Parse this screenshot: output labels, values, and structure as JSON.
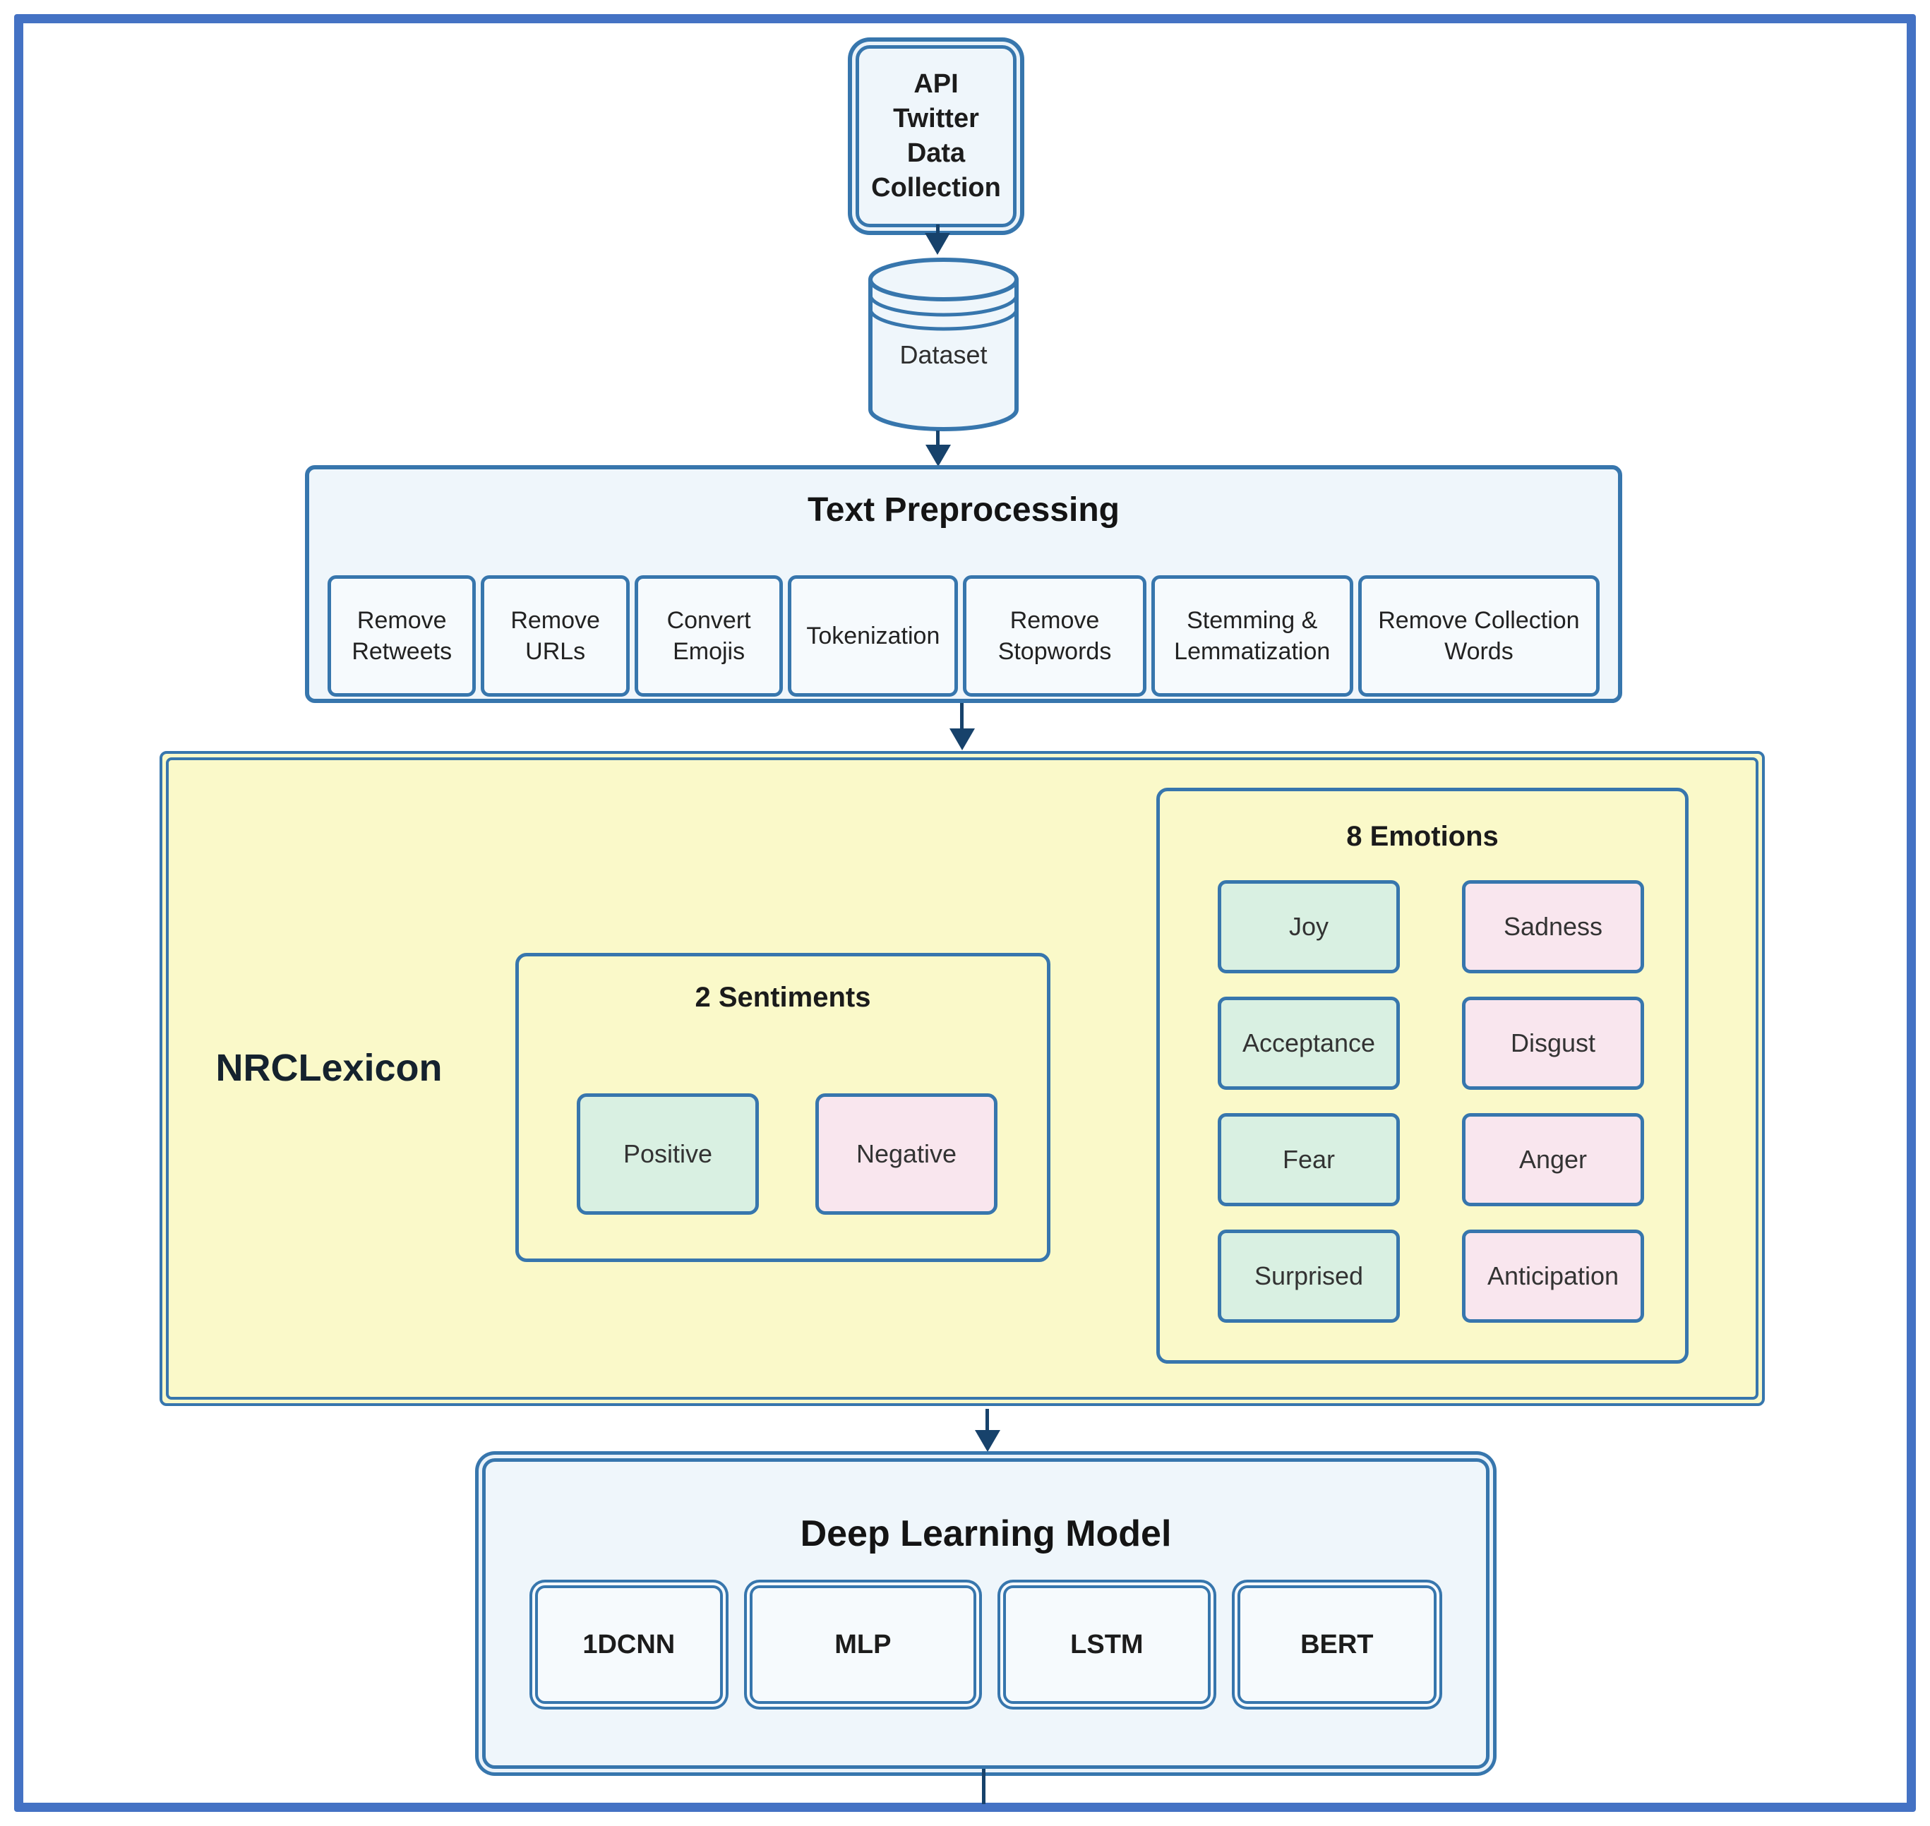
{
  "colors": {
    "frame_blue": "#4472C4",
    "node_border_blue": "#3776AD",
    "node_fill_blue": "#EFF6FB",
    "lexicon_fill_yellow": "#FAF9C9",
    "positive_fill_green": "#D9F0E2",
    "negative_fill_pink": "#F9E6EE",
    "arrow_navy": "#17426B"
  },
  "nodes": {
    "api": {
      "label": "API\nTwitter\nData\nCollection"
    },
    "dataset": {
      "label": "Dataset"
    },
    "preprocessing": {
      "title": "Text Preprocessing",
      "steps": [
        "Remove Retweets",
        "Remove URLs",
        "Convert Emojis",
        "Tokenization",
        "Remove Stopwords",
        "Stemming & Lemmatization",
        "Remove Collection Words"
      ]
    },
    "nrclexicon": {
      "label": "NRCLexicon",
      "sentiments": {
        "title": "2 Sentiments",
        "items": [
          {
            "label": "Positive",
            "tone": "positive"
          },
          {
            "label": "Negative",
            "tone": "negative"
          }
        ]
      },
      "emotions": {
        "title": "8 Emotions",
        "items": [
          {
            "label": "Joy",
            "tone": "positive"
          },
          {
            "label": "Sadness",
            "tone": "negative"
          },
          {
            "label": "Acceptance",
            "tone": "positive"
          },
          {
            "label": "Disgust",
            "tone": "negative"
          },
          {
            "label": "Fear",
            "tone": "positive"
          },
          {
            "label": "Anger",
            "tone": "negative"
          },
          {
            "label": "Surprised",
            "tone": "positive"
          },
          {
            "label": "Anticipation",
            "tone": "negative"
          }
        ]
      }
    },
    "deep_learning": {
      "title": "Deep Learning Model",
      "models": [
        "1DCNN",
        "MLP",
        "LSTM",
        "BERT"
      ]
    }
  }
}
